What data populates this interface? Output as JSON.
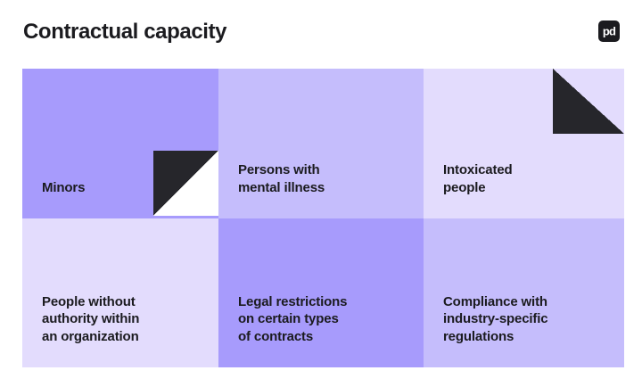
{
  "header": {
    "title": "Contractual capacity",
    "logo": {
      "name": "pd-logo",
      "text": "pd",
      "background_color": "#1b1b1f",
      "text_color": "#ffffff"
    }
  },
  "matrix": {
    "columns": 3,
    "rows": 2,
    "cells": [
      {
        "id": "minors",
        "label": "Minors",
        "fill_color": "#a79bfc",
        "text_color": "#1b1b1f",
        "decoration": "corner-fold-bottom-right",
        "decoration_color": "#26262b"
      },
      {
        "id": "persons-with-mental-illness",
        "label": "Persons with\nmental illness",
        "fill_color": "#c5bdfc",
        "text_color": "#1b1b1f",
        "decoration": "none"
      },
      {
        "id": "intoxicated-people",
        "label": "Intoxicated\npeople",
        "fill_color": "#e3dcfd",
        "text_color": "#1b1b1f",
        "decoration": "corner-fold-top-right",
        "decoration_color": "#26262b"
      },
      {
        "id": "people-without-authority",
        "label": "People without\nauthority within\nan organization",
        "fill_color": "#e3dcfd",
        "text_color": "#1b1b1f",
        "decoration": "none"
      },
      {
        "id": "legal-restrictions",
        "label": "Legal restrictions\non certain types\nof contracts",
        "fill_color": "#a79bfc",
        "text_color": "#1b1b1f",
        "decoration": "none"
      },
      {
        "id": "compliance-regulations",
        "label": "Compliance with\nindustry-specific\nregulations",
        "fill_color": "#c5bdfc",
        "text_color": "#1b1b1f",
        "decoration": "none"
      }
    ]
  },
  "theme": {
    "background": "#ffffff",
    "accent_strong": "#a79bfc",
    "accent_mid": "#c5bdfc",
    "accent_light": "#e3dcfd",
    "ink": "#1b1b1f"
  }
}
